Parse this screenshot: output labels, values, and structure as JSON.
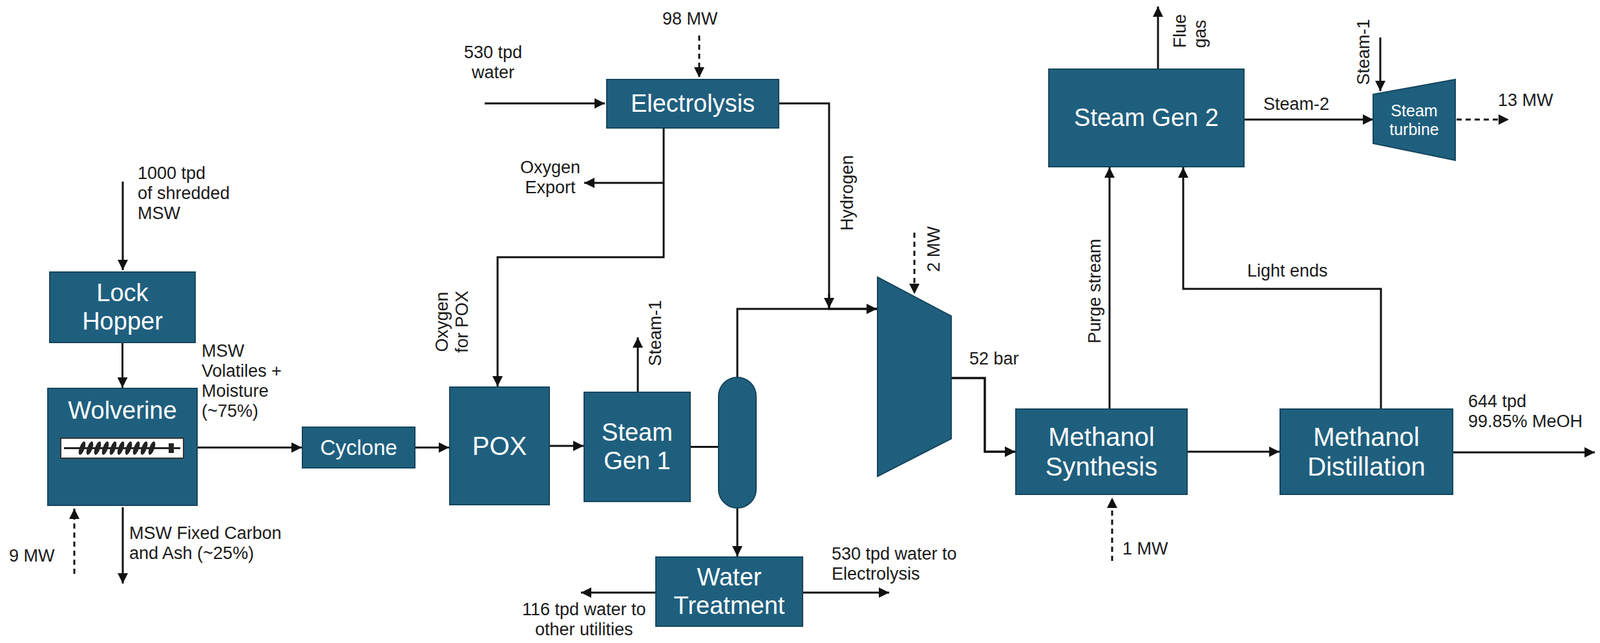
{
  "diagram": {
    "nodes": [
      {
        "text": [
          "Lock Hopper"
        ]
      },
      {
        "text": [
          "Wolverine"
        ]
      },
      {
        "text": [
          "Cyclone"
        ]
      },
      {
        "text": [
          "Electrolysis"
        ]
      },
      {
        "text": [
          "POX"
        ]
      },
      {
        "text": [
          "Steam Gen 1"
        ]
      },
      {
        "text": [
          "Water Treatment"
        ]
      },
      {
        "text": [
          "Steam Gen 2"
        ]
      },
      {
        "text": [
          "Steam turbine"
        ]
      },
      {
        "text": [
          "Methanol Synthesis"
        ]
      },
      {
        "text": [
          "Methanol Distillation"
        ]
      }
    ],
    "edges": [
      {
        "from": 0,
        "to": 1,
        "arrow": "to"
      },
      {
        "from": 1,
        "to": 2,
        "label": "MSW Volatiles + Moisture (~75%)",
        "arrow": "to"
      },
      {
        "from": 2,
        "to": 4,
        "arrow": "to"
      },
      {
        "from": 3,
        "to": 4,
        "label": "Oxygen for POX",
        "arrow": "to"
      },
      {
        "from": 4,
        "to": 5,
        "arrow": "to"
      },
      {
        "from": 5,
        "to": 6,
        "arrow": "to"
      },
      {
        "from": 5,
        "to": 9,
        "arrow": "to"
      },
      {
        "from": 3,
        "to": 9,
        "label": "Hydrogen",
        "arrow": "to"
      },
      {
        "from": 9,
        "to": 7,
        "label": "Purge stream",
        "arrow": "to"
      },
      {
        "from": 9,
        "to": 10,
        "arrow": "to"
      },
      {
        "from": 10,
        "to": 7,
        "label": "Light ends",
        "arrow": "to"
      },
      {
        "from": 7,
        "to": 8,
        "label": "Steam-2",
        "arrow": "to"
      }
    ],
    "labels": [
      "1000 tpd of shredded MSW",
      "MSW Fixed Carbon and Ash (~25%)",
      "9 MW",
      "530 tpd water",
      "98 MW",
      "Oxygen Export",
      "Steam-1",
      "2 MW",
      "52 bar",
      "116 tpd water to other utilities",
      "530 tpd water to Electrolysis",
      "1 MW",
      "Flue gas",
      "Steam-1",
      "13 MW",
      "644 tpd 99.85% MeOH"
    ]
  }
}
